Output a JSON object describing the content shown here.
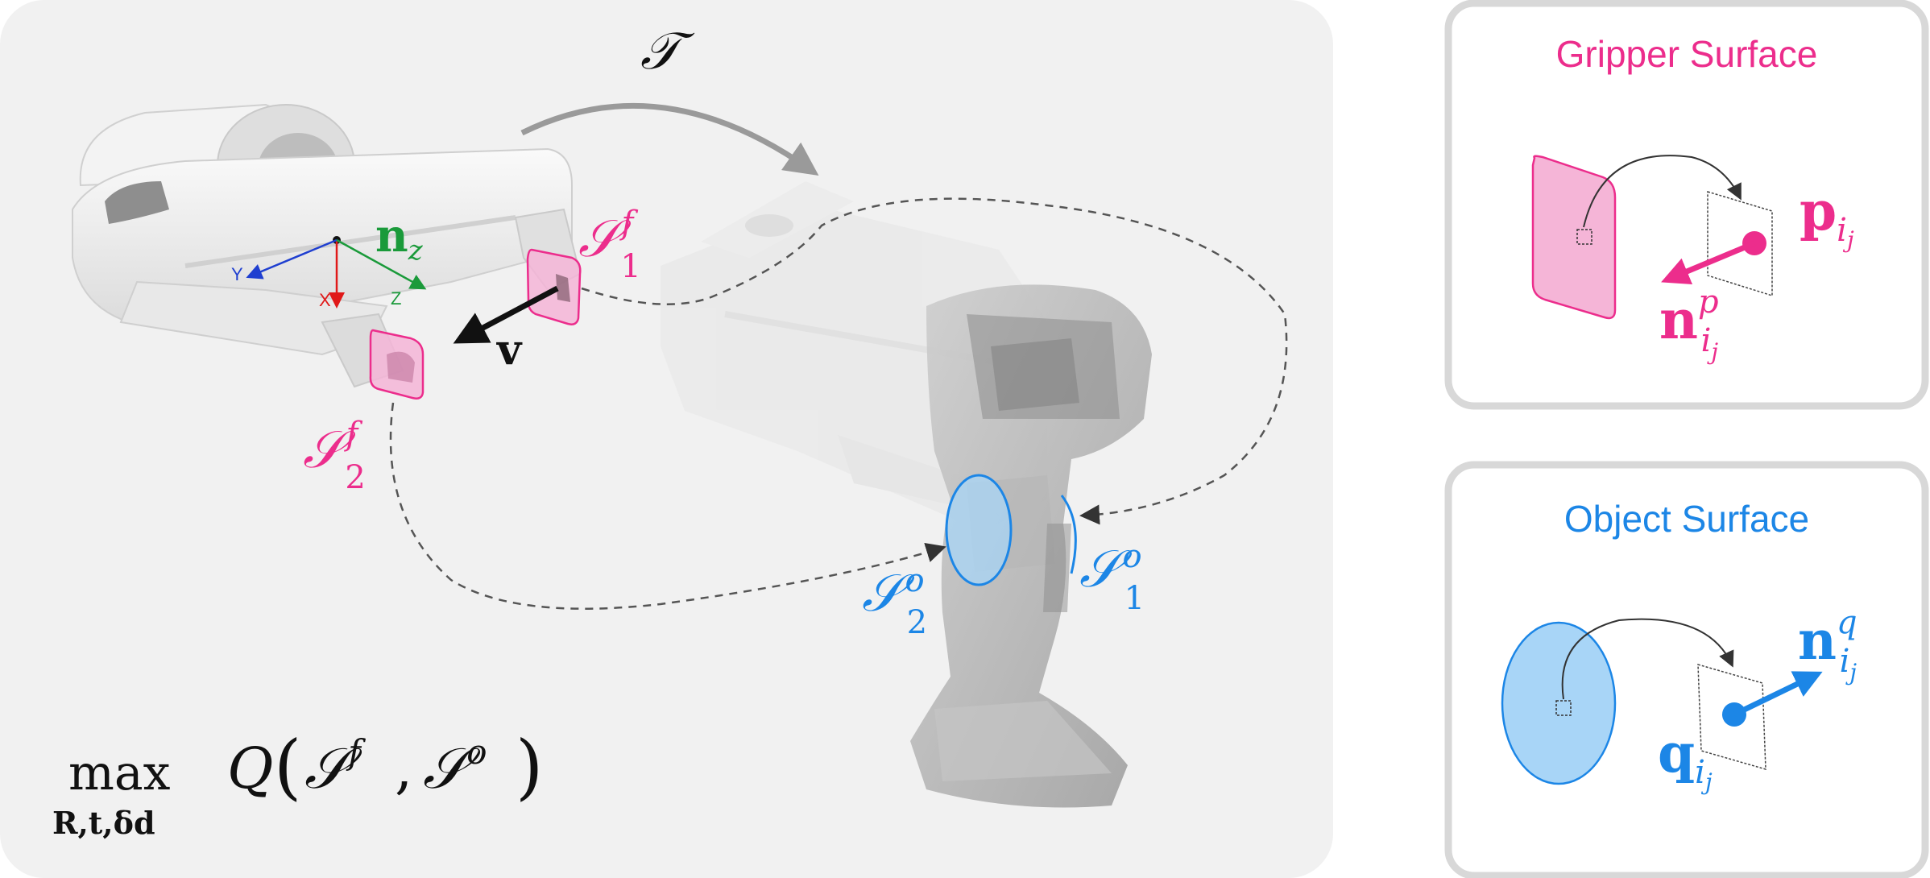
{
  "colors": {
    "panel_bg": "#f1f1f1",
    "box_border": "#d8d8d8",
    "gripper_magenta": "#ec2d8c",
    "gripper_fill": "#f5b5d7",
    "object_blue": "#1c86e6",
    "object_fill": "#a8d5f7",
    "axis_x": "#e01919",
    "axis_y": "#1f3fd0",
    "axis_z": "#1a9a3a",
    "arrow_gray": "#9a9a9a",
    "dashed": "#555555"
  },
  "main": {
    "transform_label": "𝒯",
    "axes": {
      "x": "X",
      "y": "Y",
      "z": "Z"
    },
    "nz_bold": "n",
    "nz_sub": "z",
    "v_label": "v",
    "s1f": {
      "base": "𝒮",
      "sup": "f",
      "sub": "1"
    },
    "s2f": {
      "base": "𝒮",
      "sup": "f",
      "sub": "2"
    },
    "s1o": {
      "base": "𝒮",
      "sup": "o",
      "sub": "1"
    },
    "s2o": {
      "base": "𝒮",
      "sup": "o",
      "sub": "2"
    },
    "formula": {
      "op": "max",
      "under": "R,t,δd",
      "q": "Q",
      "args_open": "(",
      "arg1_base": "𝒮",
      "arg1_sup": "f",
      "comma": ",",
      "arg2_base": "𝒮",
      "arg2_sup": "o",
      "args_close": ")"
    }
  },
  "gripper_box": {
    "title": "Gripper Surface",
    "p_bold": "p",
    "p_sub": "i",
    "p_subsub": "j",
    "n_bold": "n",
    "n_sup": "p",
    "n_sub": "i",
    "n_subsub": "j"
  },
  "object_box": {
    "title": "Object Surface",
    "q_bold": "q",
    "q_sub": "i",
    "q_subsub": "j",
    "n_bold": "n",
    "n_sup": "q",
    "n_sub": "i",
    "n_subsub": "j"
  }
}
